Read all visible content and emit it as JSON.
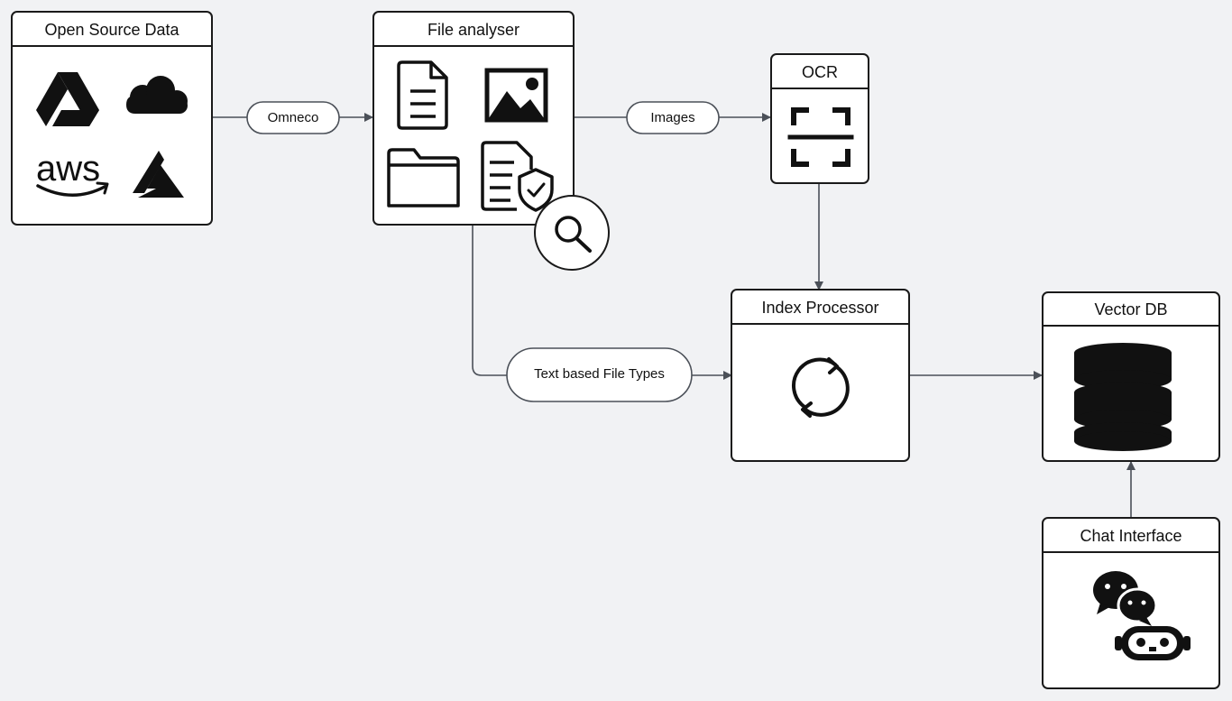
{
  "nodes": {
    "open_source_data": {
      "title": "Open Source Data",
      "icons": [
        "google-drive-icon",
        "onedrive-cloud-icon",
        "aws-icon",
        "azure-icon"
      ],
      "aws_text": "aws"
    },
    "file_analyser": {
      "title": "File analyser",
      "icons": [
        "document-icon",
        "image-icon",
        "folder-icon",
        "secure-document-icon",
        "magnifier-icon"
      ]
    },
    "ocr": {
      "title": "OCR",
      "icons": [
        "scan-frame-icon"
      ]
    },
    "index_processor": {
      "title": "Index Processor",
      "icons": [
        "refresh-cycle-icon"
      ]
    },
    "vector_db": {
      "title": "Vector DB",
      "icons": [
        "database-icon"
      ]
    },
    "chat_interface": {
      "title": "Chat Interface",
      "icons": [
        "chat-bubbles-icon",
        "robot-icon"
      ]
    }
  },
  "edge_labels": {
    "omneco": "Omneco",
    "images": "Images",
    "text_based": "Text based File Types"
  },
  "colors": {
    "background": "#f1f2f4",
    "connector": "#4b5058",
    "box_border": "#1a1a1a",
    "icon": "#111111"
  }
}
